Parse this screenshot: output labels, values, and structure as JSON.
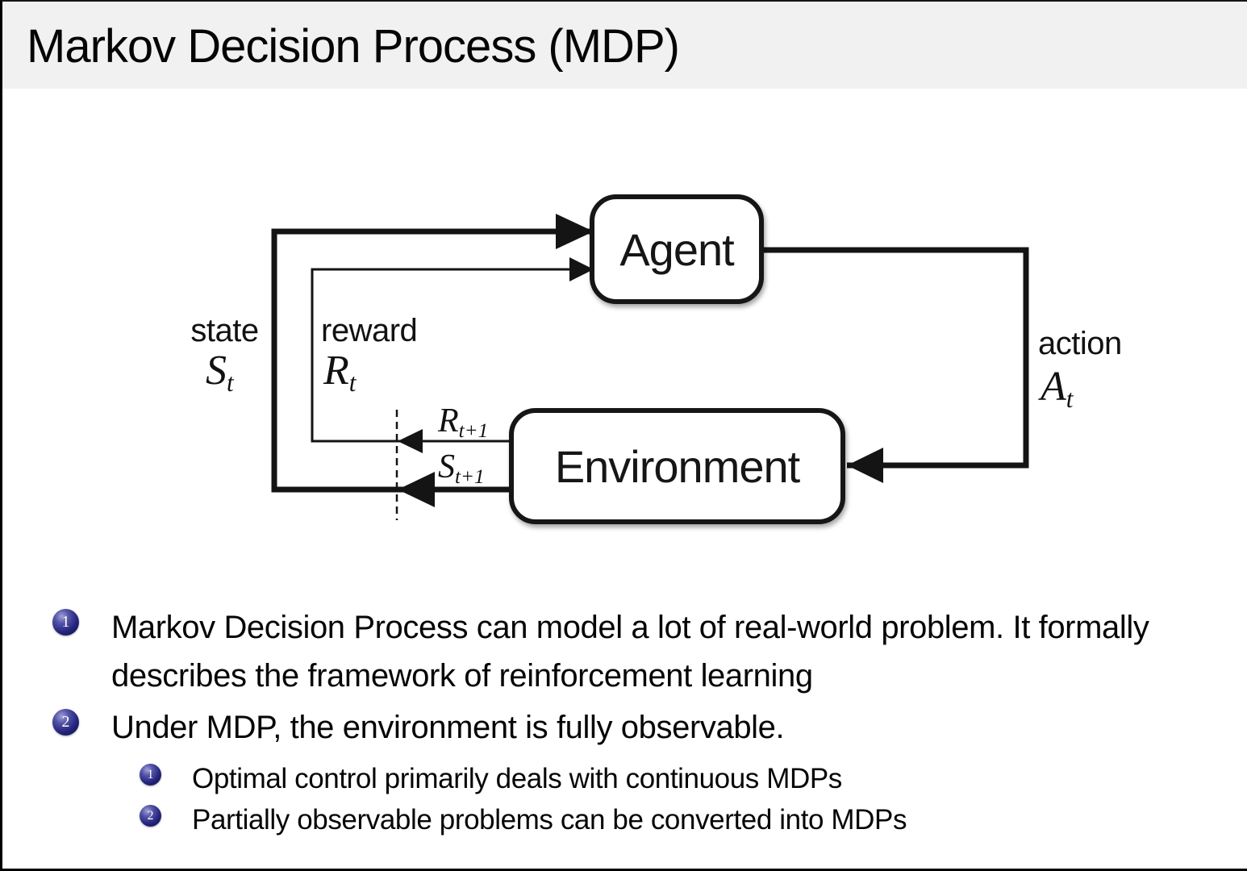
{
  "title": "Markov Decision Process (MDP)",
  "diagram": {
    "agent_label": "Agent",
    "environment_label": "Environment",
    "state_label": "state",
    "reward_label": "reward",
    "action_label": "action",
    "state_symbol": {
      "base": "S",
      "sub": "t"
    },
    "reward_symbol": {
      "base": "R",
      "sub": "t"
    },
    "action_symbol": {
      "base": "A",
      "sub": "t"
    },
    "next_reward_symbol": {
      "base": "R",
      "sub": "t+1"
    },
    "next_state_symbol": {
      "base": "S",
      "sub": "t+1"
    }
  },
  "bullets": [
    {
      "num": "1",
      "text": "Markov Decision Process can model a lot of real-world problem. It formally describes the framework of reinforcement learning"
    },
    {
      "num": "2",
      "text": "Under MDP, the environment is fully observable.",
      "sub": [
        {
          "num": "1",
          "text": "Optimal control primarily deals with continuous MDPs"
        },
        {
          "num": "2",
          "text": "Partially observable problems can be converted into MDPs"
        }
      ]
    }
  ],
  "colors": {
    "header_bg": "#f1f1f1",
    "slide_bg": "#ffffff",
    "badge": "#23237d",
    "diagram_stroke": "#141414"
  }
}
